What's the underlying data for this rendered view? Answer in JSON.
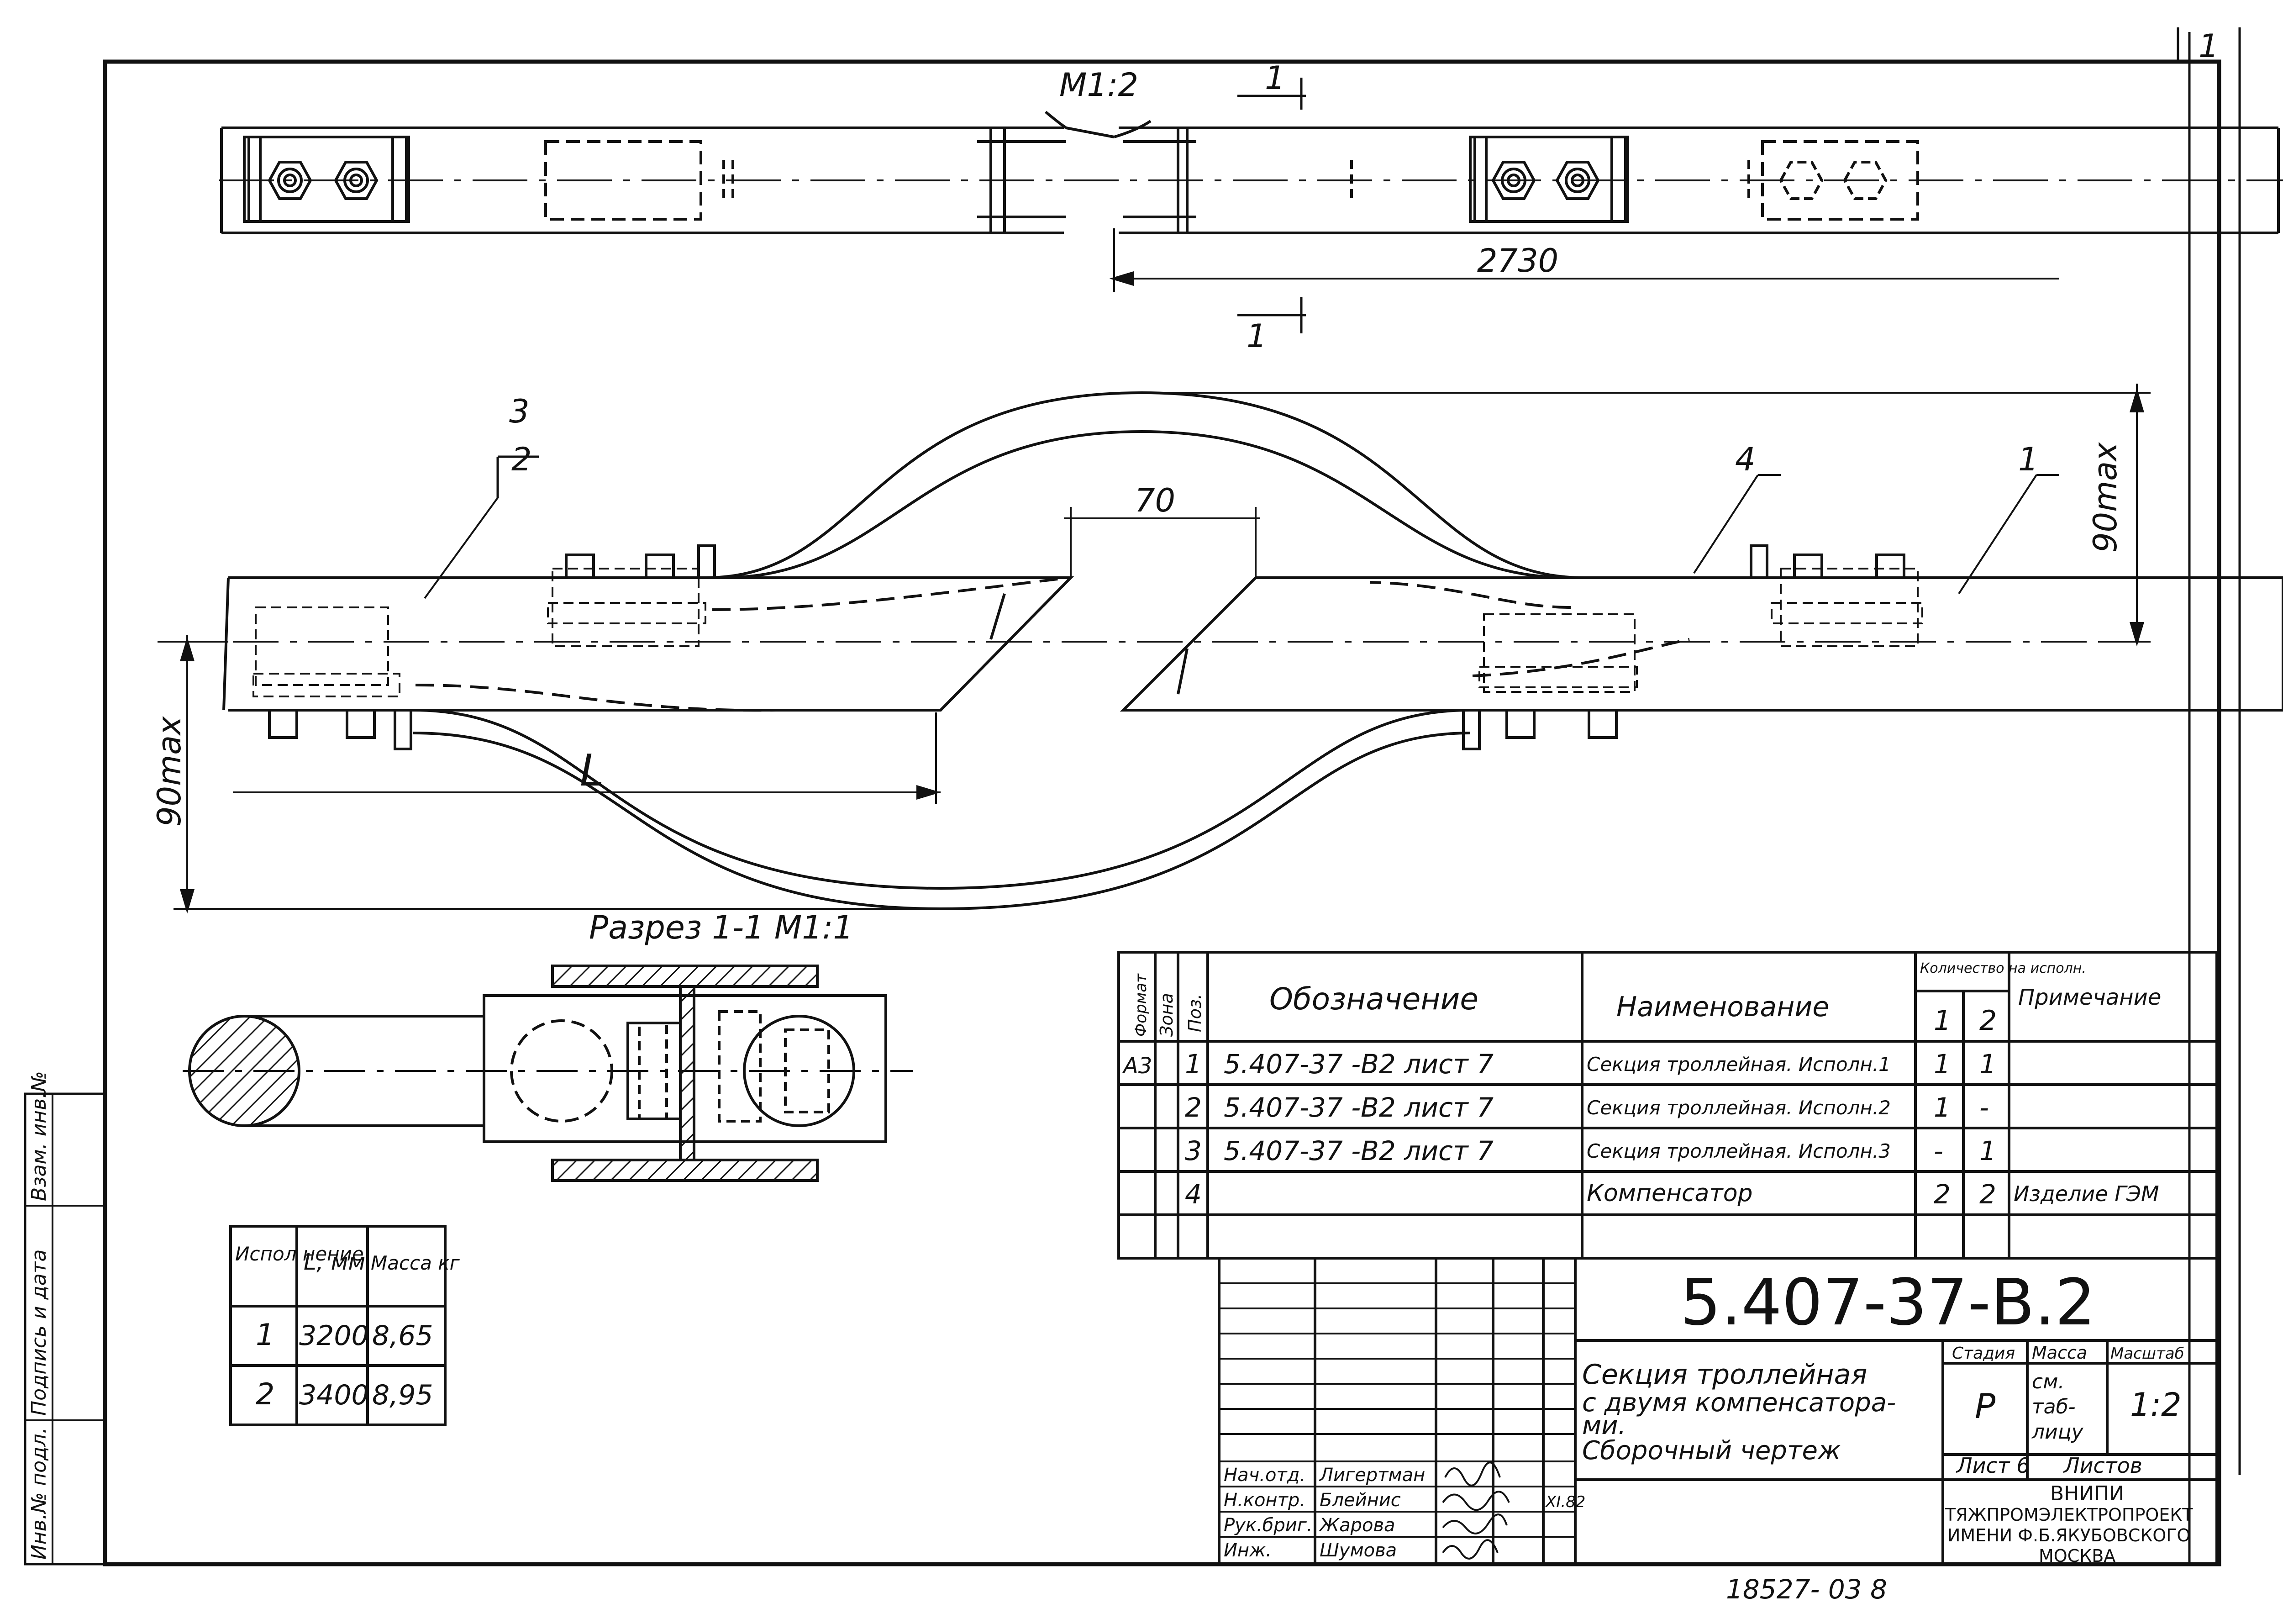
{
  "views": {
    "top_scale": "М1:2",
    "section_mark_top": "1",
    "section_mark_bottom": "1",
    "dim_2730": "2730",
    "dim_70": "70",
    "dim_90max_right": "90max",
    "dim_90max_left": "90max",
    "dim_L": "L",
    "leader_3": "3",
    "leader_2": "2",
    "leader_4": "4",
    "leader_1": "1",
    "section_title": "Разрез 1-1 М1:1"
  },
  "variants_table": {
    "headers": [
      "Испол нение",
      "L, мм",
      "Масса кг"
    ],
    "rows": [
      [
        "1",
        "3200",
        "8,65"
      ],
      [
        "2",
        "3400",
        "8,95"
      ]
    ]
  },
  "spec_table": {
    "col_format": "Формат",
    "col_zone": "Зона",
    "col_pos": "Поз.",
    "col_designation": "Обозначение",
    "col_name": "Наименование",
    "col_qty": "Количество на исполн.",
    "col_qty_1": "1",
    "col_qty_2": "2",
    "col_note": "Примечание",
    "rows": [
      {
        "format": "А3",
        "pos": "1",
        "designation": "5.407-37 -В2 лист 7",
        "name": "Секция троллейная. Исполн.1",
        "q1": "1",
        "q2": "1",
        "note": ""
      },
      {
        "format": "",
        "pos": "2",
        "designation": "5.407-37 -В2 лист 7",
        "name": "Секция троллейная. Исполн.2",
        "q1": "1",
        "q2": "-",
        "note": ""
      },
      {
        "format": "",
        "pos": "3",
        "designation": "5.407-37 -В2 лист 7",
        "name": "Секция троллейная. Исполн.3",
        "q1": "-",
        "q2": "1",
        "note": ""
      },
      {
        "format": "",
        "pos": "4",
        "designation": "",
        "name": "Компенсатор",
        "q1": "2",
        "q2": "2",
        "note": "Изделие ГЭМ"
      }
    ]
  },
  "title_block": {
    "code": "5.407-37-В.2",
    "title_line1": "Секция троллейная",
    "title_line2": "с двумя компенсатора-",
    "title_line3": "ми.",
    "title_line4": "Сборочный чертеж",
    "stage_label": "Стадия",
    "mass_label": "Масса",
    "scale_label": "Масштаб",
    "stage": "Р",
    "mass_line1": "см.",
    "mass_line2": "таб-",
    "mass_line3": "лицу",
    "scale": "1:2",
    "sheet_label": "Лист 6",
    "sheets_label": "Листов",
    "org_line1": "ВНИПИ",
    "org_line2": "ТЯЖПРОМЭЛЕКТРОПРОЕКТ",
    "org_line3": "ИМЕНИ Ф.Б.ЯКУБОВСКОГО",
    "org_line4": "МОСКВА",
    "date": "XI.82",
    "signers": [
      {
        "role": "Нач.отд.",
        "name": "Лигертман"
      },
      {
        "role": "Н.контр.",
        "name": "Блейнис"
      },
      {
        "role": "Рук.бриг.",
        "name": "Жарова"
      },
      {
        "role": "Инж.",
        "name": "Шумова"
      }
    ]
  },
  "margin_stamp": {
    "col1": "Инв.№ подл.",
    "col2": "Подпись и дата",
    "col3": "Взам. инв.№"
  },
  "footer_number": "18527- 03  8",
  "corner_number": "1"
}
